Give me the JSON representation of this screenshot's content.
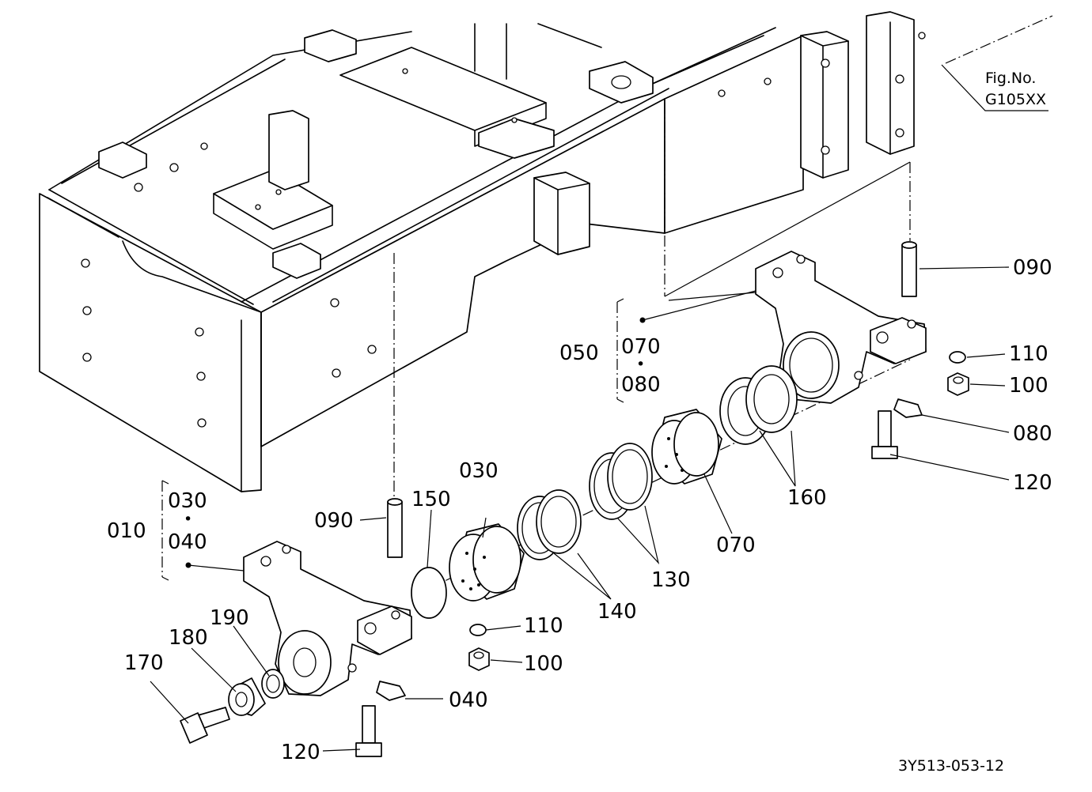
{
  "figure": {
    "fig_ref_label": "Fig.No.",
    "fig_ref_code": "G105XX",
    "drawing_code": "3Y513-053-12"
  },
  "groups": {
    "left": {
      "main": "010",
      "sub_top": "030",
      "sub_bottom": "040",
      "sep": "•"
    },
    "right": {
      "main": "050",
      "sub_top": "070",
      "sub_bottom": "080",
      "sep": "•"
    }
  },
  "callouts": {
    "c090_right": "090",
    "c110_right": "110",
    "c100_right": "100",
    "c080": "080",
    "c120_right": "120",
    "c160": "160",
    "c070": "070",
    "c130": "130",
    "c140": "140",
    "c030": "030",
    "c150": "150",
    "c090_left": "090",
    "c110_left": "110",
    "c100_left": "100",
    "c040": "040",
    "c120_left": "120",
    "c190": "190",
    "c180": "180",
    "c170": "170"
  }
}
